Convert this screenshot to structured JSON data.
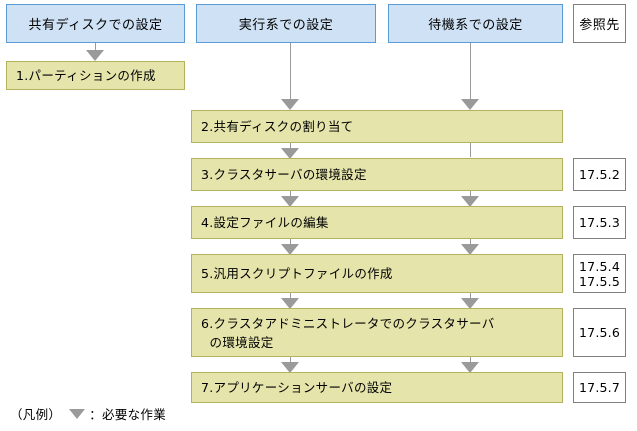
{
  "diagram": {
    "title_columns": [
      {
        "id": "shared-disk",
        "label": "共有ディスクでの設定"
      },
      {
        "id": "active-node",
        "label": "実行系での設定"
      },
      {
        "id": "standby-node",
        "label": "待機系での設定"
      },
      {
        "id": "reference",
        "label": "参照先"
      }
    ],
    "steps": [
      {
        "n": "1",
        "label": "1.パーティションの作成",
        "column": "shared-disk",
        "reference": ""
      },
      {
        "n": "2",
        "label": "2.共有ディスクの割り当て",
        "column": "span",
        "reference": ""
      },
      {
        "n": "3",
        "label": "3.クラスタサーバの環境設定",
        "column": "span",
        "reference": "17.5.2"
      },
      {
        "n": "4",
        "label": "4.設定ファイルの編集",
        "column": "span",
        "reference": "17.5.3"
      },
      {
        "n": "5",
        "label": "5.汎用スクリプトファイルの作成",
        "column": "span",
        "reference": "17.5.4\n17.5.5"
      },
      {
        "n": "6",
        "label": "6.クラスタアドミニストレータでのクラスタサーバ\n  の環境設定",
        "column": "span",
        "reference": "17.5.6"
      },
      {
        "n": "7",
        "label": "7.アプリケーションサーバの設定",
        "column": "span",
        "reference": "17.5.7"
      }
    ],
    "references": [
      {
        "value": "17.5.2"
      },
      {
        "value": "17.5.3"
      },
      {
        "value": "17.5.4\n17.5.5"
      },
      {
        "value": "17.5.6"
      },
      {
        "value": "17.5.7"
      }
    ],
    "legend": {
      "prefix": "（凡例）",
      "text": "：必要な作業",
      "marker": "down-arrow"
    },
    "colors": {
      "header_fill": "#cfe2f5",
      "header_border": "#5b9bd5",
      "step_fill": "#e4e4ab",
      "step_border": "#b3b35c",
      "arrow": "#9a9a9a",
      "ref_border": "#808080"
    }
  }
}
